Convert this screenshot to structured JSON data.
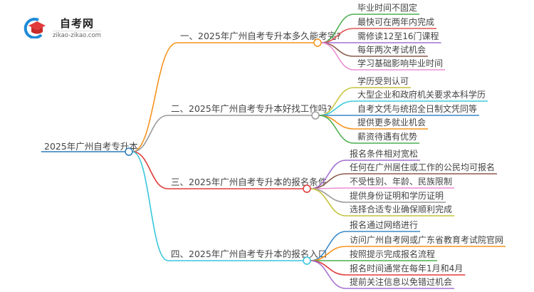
{
  "logo": {
    "name": "自考网",
    "url": "zikao-zikao.com"
  },
  "root": {
    "label": "2025年广州自考专升本",
    "color": "#2b7bbb"
  },
  "branches": [
    {
      "label": "一、2025年广州自考专升本多久能考完?",
      "color": "#f7931e",
      "leaves": [
        {
          "label": "毕业时间不固定",
          "color": "#4caf50"
        },
        {
          "label": "最快可在两年内完成",
          "color": "#e05555"
        },
        {
          "label": "需修读12至16门课程",
          "color": "#a370d0"
        },
        {
          "label": "每年两次考试机会",
          "color": "#8b5a4b"
        },
        {
          "label": "学习基础影响毕业时间",
          "color": "#ea8fd3"
        }
      ]
    },
    {
      "label": "二、2025年广州自考专升本好找工作吗?",
      "color": "#9a9a9a",
      "leaves": [
        {
          "label": "学历受到认可",
          "color": "#c4c43a"
        },
        {
          "label": "大型企业和政府机关要求本科学历",
          "color": "#3ecbdc"
        },
        {
          "label": "自考文凭与统招全日制文凭同等",
          "color": "#3a88c8"
        },
        {
          "label": "提供更多就业机会",
          "color": "#f7931e"
        },
        {
          "label": "薪资待遇有优势",
          "color": "#4caf50"
        }
      ]
    },
    {
      "label": "三、2025年广州自考专升本的报名条件",
      "color": "#e03b3b",
      "leaves": [
        {
          "label": "报名条件相对宽松",
          "color": "#a370d0"
        },
        {
          "label": "任何在广州居住或工作的公民均可报名",
          "color": "#8b5a4b"
        },
        {
          "label": "不受性别、年龄、民族限制",
          "color": "#ea8fd3"
        },
        {
          "label": "提供身份证明和学历证明",
          "color": "#9a9a9a"
        },
        {
          "label": "选择合适专业确保顺利完成",
          "color": "#c4c43a"
        }
      ]
    },
    {
      "label": "四、2025年广州自考专升本的报名入口",
      "color": "#38c6dc",
      "leaves": [
        {
          "label": "报名通过网络进行",
          "color": "#3a88c8"
        },
        {
          "label": "访问广州自考网或广东省教育考试院官网",
          "color": "#f7931e"
        },
        {
          "label": "按照提示完成报名流程",
          "color": "#4caf50"
        },
        {
          "label": "报名时间通常在每年1月和4月",
          "color": "#e03b3b"
        },
        {
          "label": "提前关注信息以免错过机会",
          "color": "#a370d0"
        }
      ]
    }
  ]
}
